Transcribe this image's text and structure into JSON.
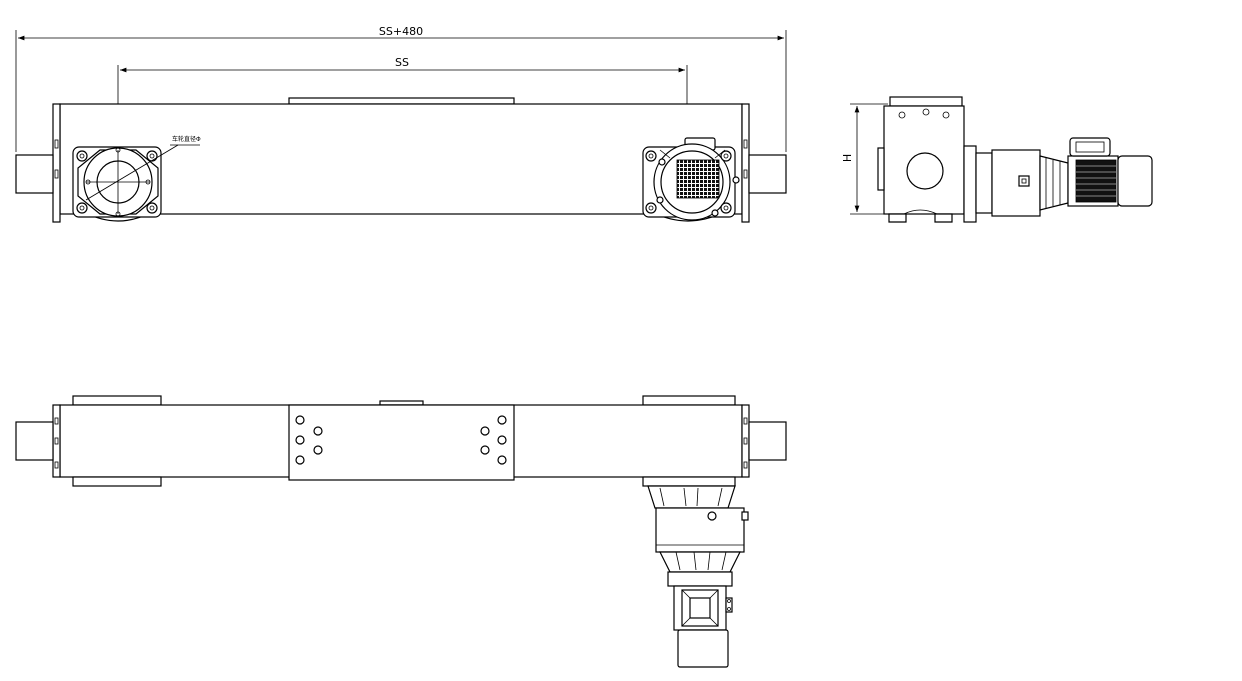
{
  "dimensions": {
    "overall_length": "SS+480",
    "span": "SS",
    "height": "H"
  },
  "annotations": {
    "wheel_note": "车轮直径Φ"
  },
  "colors": {
    "line": "#000000",
    "background": "#ffffff"
  }
}
